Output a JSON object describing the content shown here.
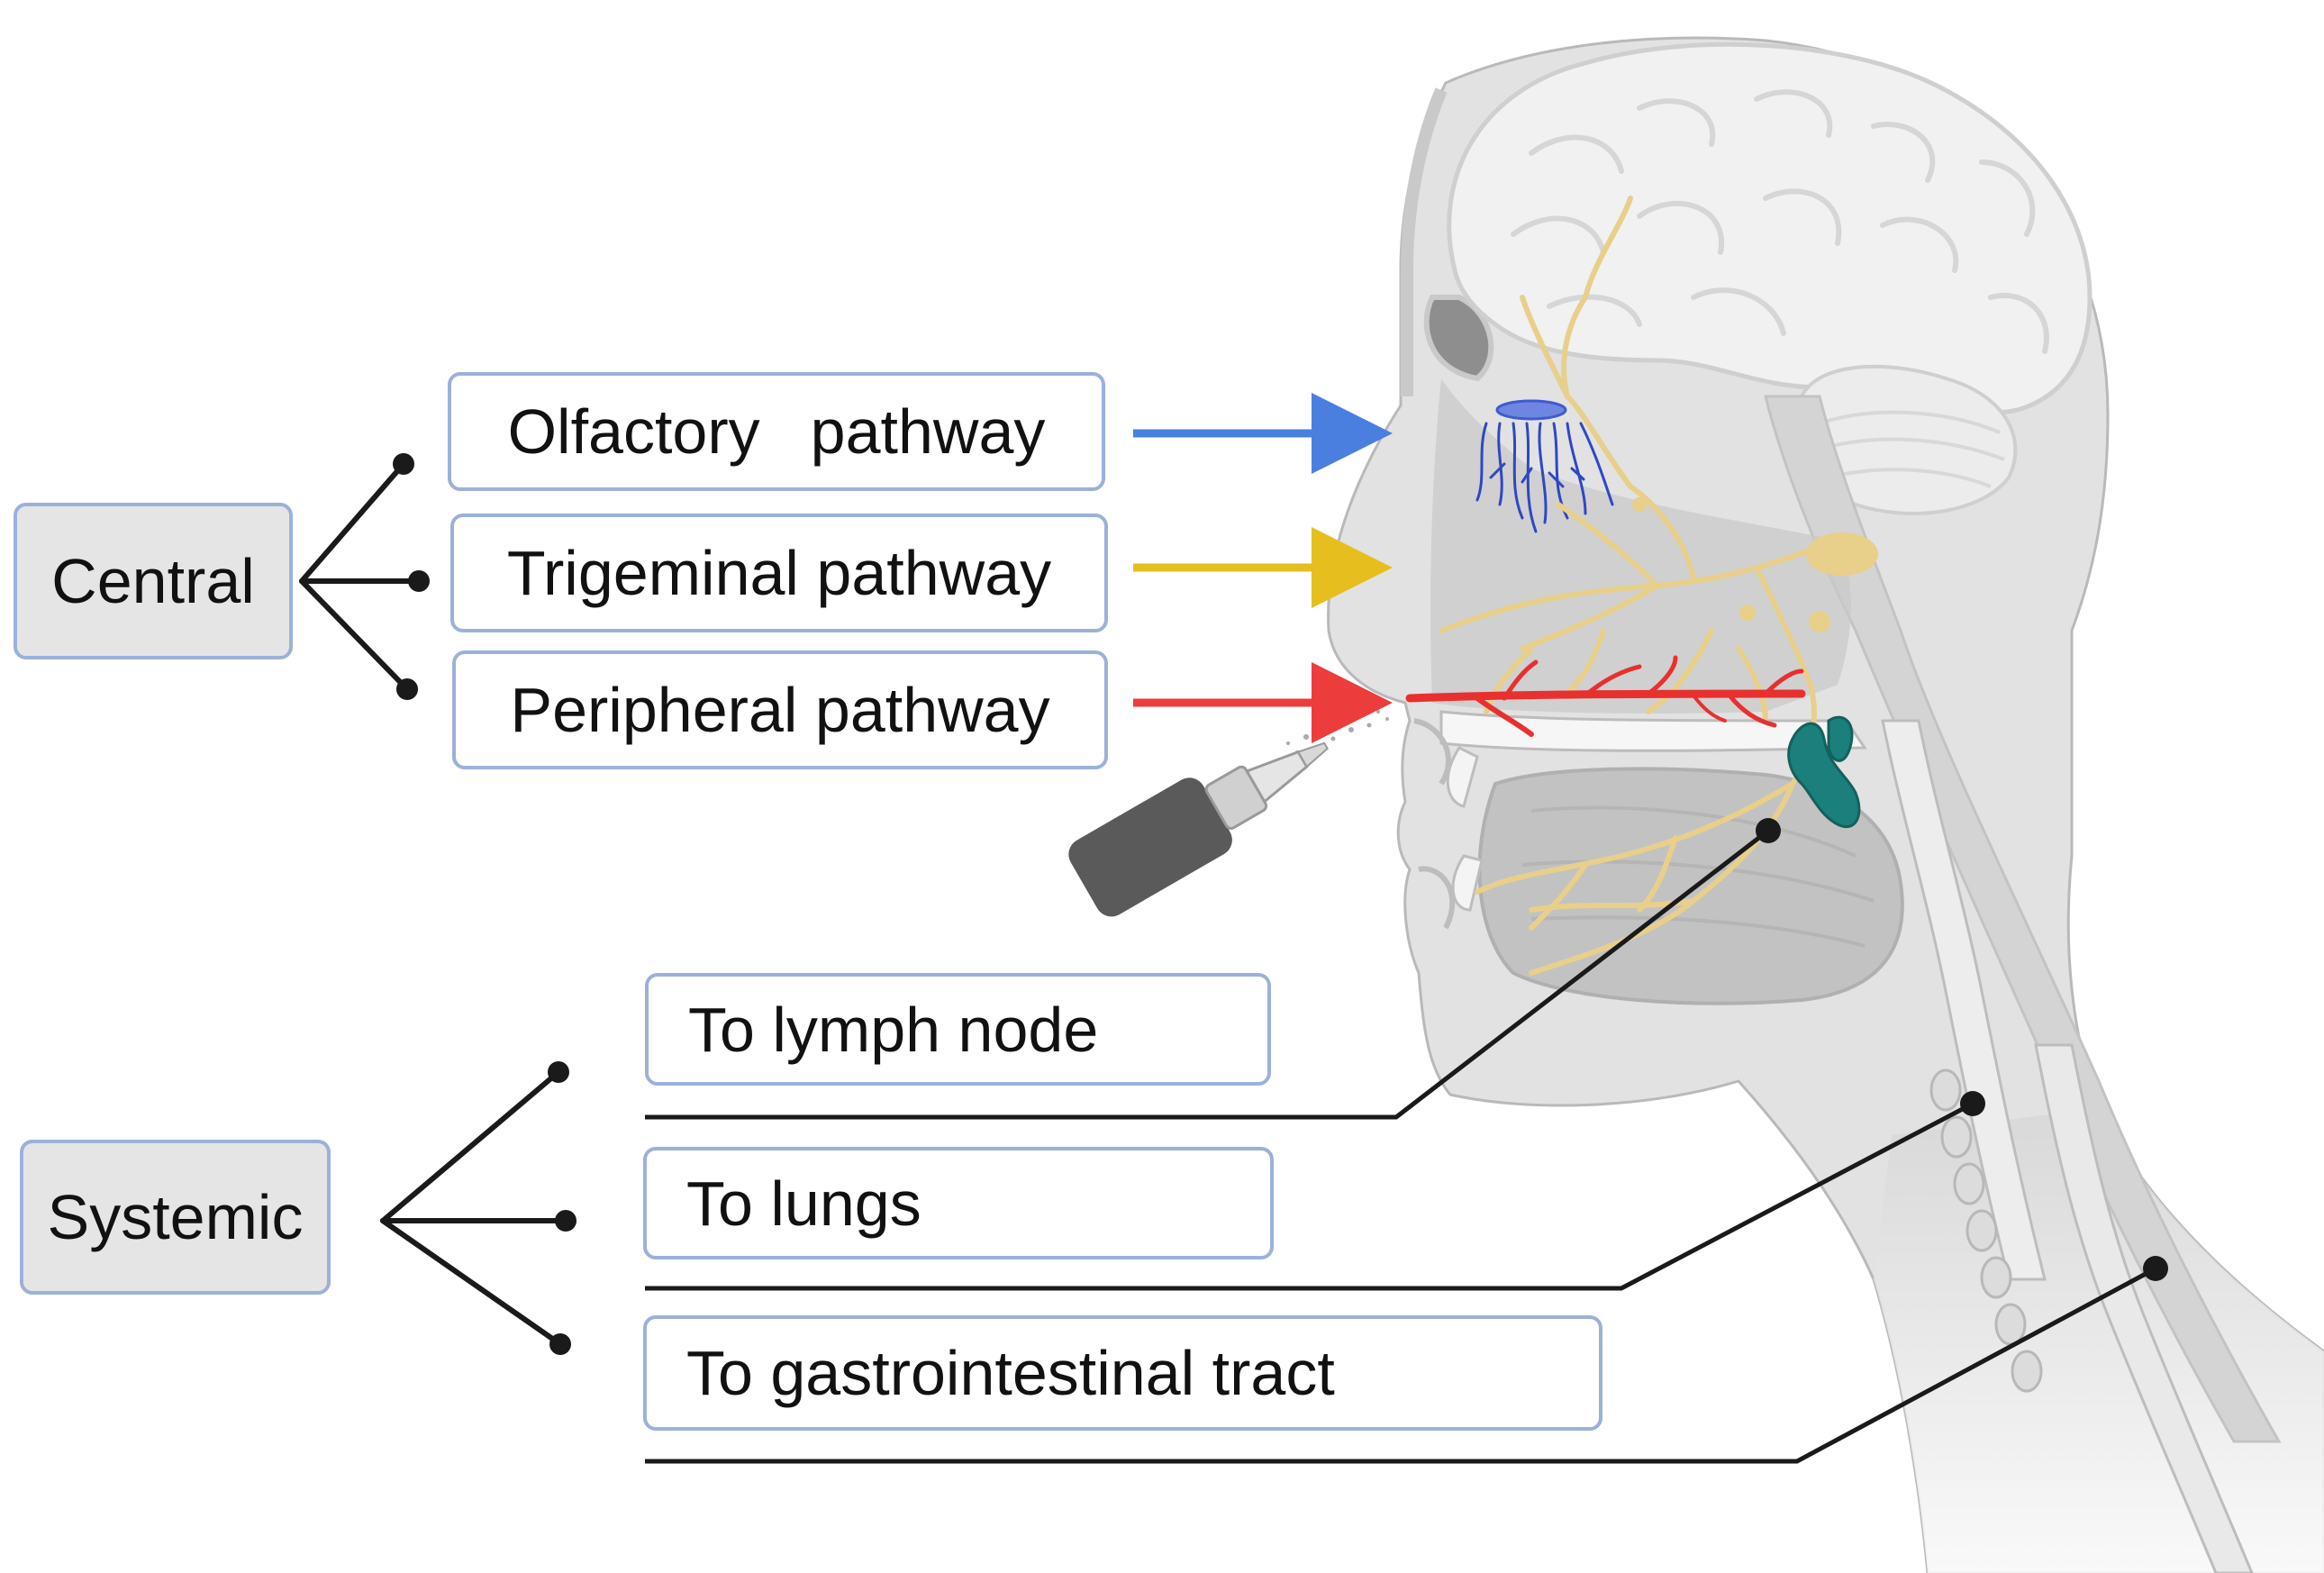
{
  "categories": {
    "central": "Central",
    "systemic": "Systemic"
  },
  "central_pathways": {
    "olfactory_word": "Olfactory",
    "olfactory_pathway": "pathway",
    "trigeminal": "Trigeminal pathway",
    "peripheral": "Peripheral pathway"
  },
  "systemic_routes": {
    "lymph": "To lymph node",
    "lungs": "To lungs",
    "gi": "To gastrointestinal tract"
  },
  "colors": {
    "olfactory_arrow": "#4a7fe0",
    "trigeminal_arrow": "#e6bf1e",
    "peripheral_arrow": "#ec3c3c",
    "nerve": "#e8cf8a",
    "olfactory_nerve": "#2f47c4",
    "blood_vessel": "#e8302f",
    "lymph_tissue": "#1b7f7c",
    "box_border": "#9cb1d9",
    "leader_line": "#1a1a1a"
  },
  "icons": {
    "spray": "nasal-spray-icon",
    "head": "head-sagittal-illustration"
  }
}
